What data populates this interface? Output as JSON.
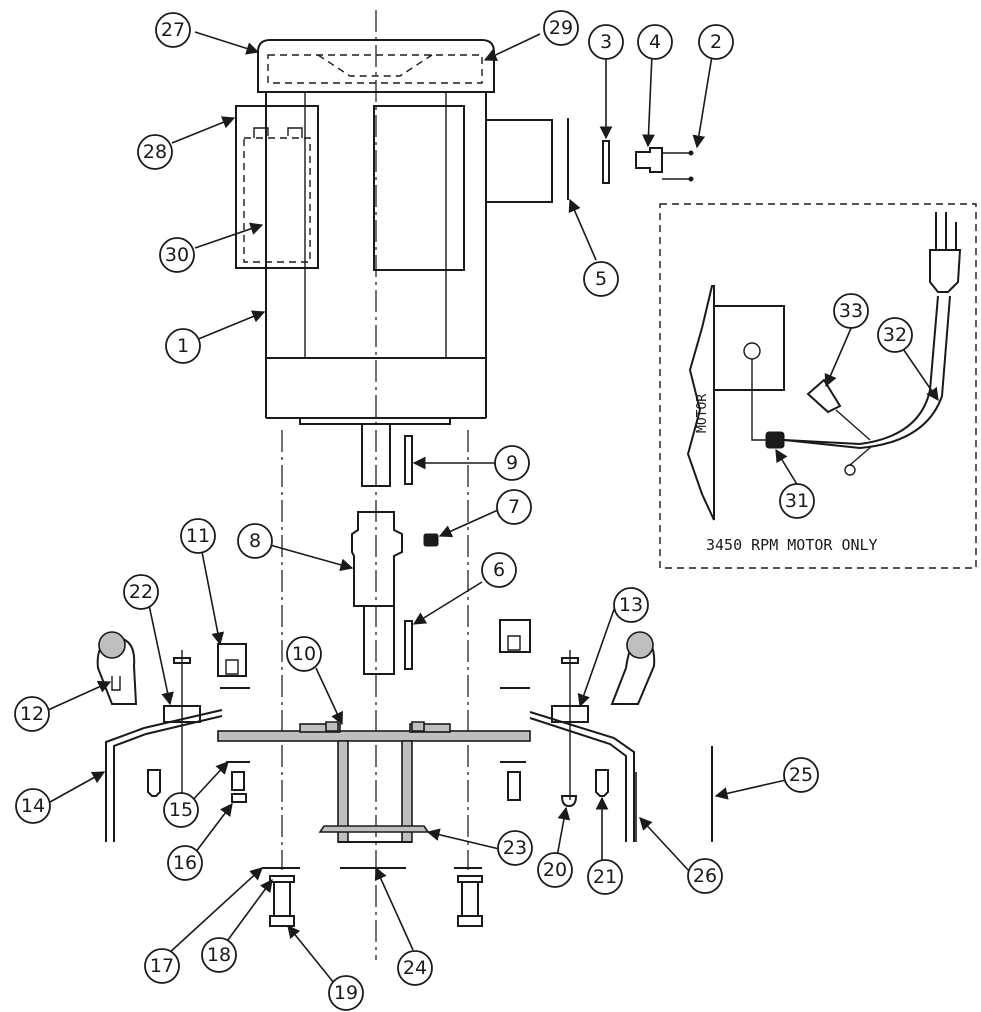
{
  "diagram": {
    "callouts": [
      "1",
      "2",
      "3",
      "4",
      "5",
      "6",
      "7",
      "8",
      "9",
      "10",
      "11",
      "12",
      "13",
      "14",
      "15",
      "16",
      "17",
      "18",
      "19",
      "20",
      "21",
      "22",
      "23",
      "24",
      "25",
      "26",
      "27",
      "28",
      "29",
      "30",
      "31",
      "32",
      "33"
    ],
    "inset_caption": "3450 RPM MOTOR ONLY",
    "motor_label": "MOTOR"
  }
}
